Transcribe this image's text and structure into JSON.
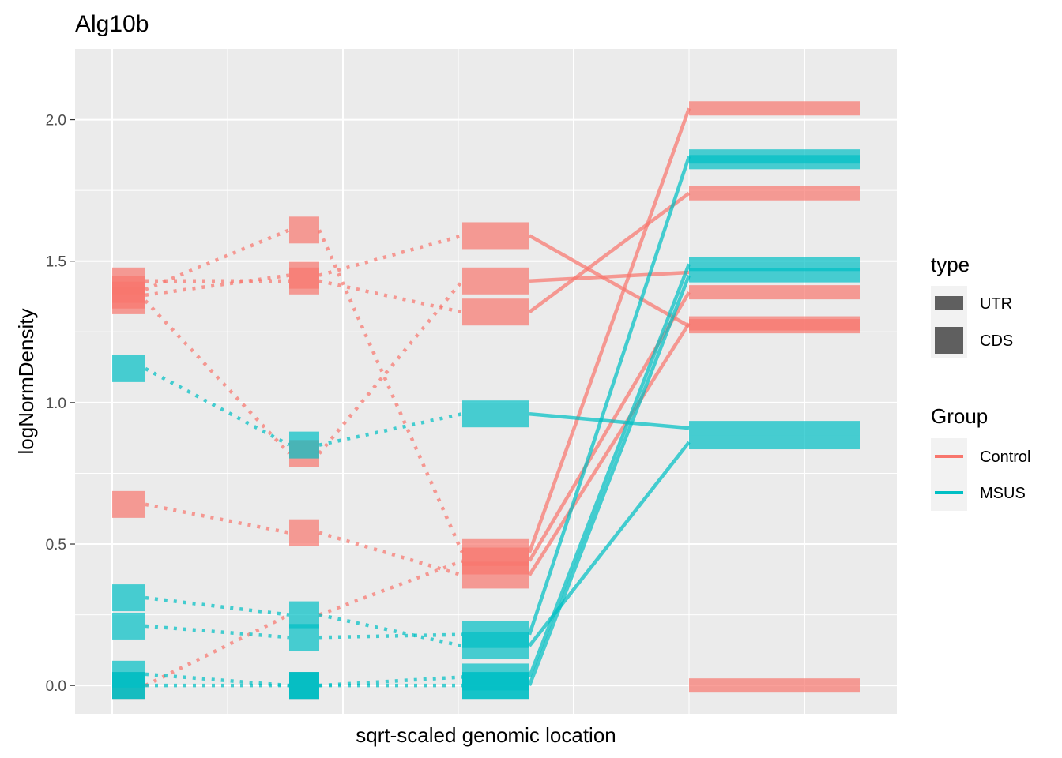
{
  "chart_data": {
    "type": "line",
    "title": "Alg10b",
    "xlabel": "sqrt-scaled genomic location",
    "ylabel": "logNormDensity",
    "ylim": [
      -0.1,
      2.25
    ],
    "y_ticks": [
      "0.0",
      "0.5",
      "1.0",
      "1.5",
      "2.0"
    ],
    "grid": true,
    "legend_position": "right",
    "colors": {
      "Control": "#F8766D",
      "MSUS": "#00BFC4",
      "neutral": "#5a5a5a"
    },
    "legends": {
      "type": {
        "title": "type",
        "items": [
          {
            "label": "UTR"
          },
          {
            "label": "CDS"
          }
        ]
      },
      "group": {
        "title": "Group",
        "items": [
          {
            "label": "Control",
            "color": "#F8766D"
          },
          {
            "label": "MSUS",
            "color": "#00BFC4"
          }
        ]
      }
    },
    "segments": [
      {
        "group": "Control",
        "type": "UTR",
        "x": 1,
        "values": [
          1.43,
          1.4,
          1.38,
          1.36,
          0.64,
          0.0
        ]
      },
      {
        "group": "Control",
        "type": "UTR",
        "x": 2,
        "values": [
          1.61,
          1.45,
          1.43,
          0.82,
          0.54,
          0.0
        ]
      },
      {
        "group": "Control",
        "type": "UTR",
        "x": 3,
        "values": [
          1.59,
          1.43,
          1.32,
          0.47,
          0.44,
          0.39
        ]
      },
      {
        "group": "Control",
        "type": "CDS",
        "x": 4,
        "values": [
          2.04,
          1.74,
          1.39,
          1.28,
          1.27,
          0.0
        ]
      },
      {
        "group": "MSUS",
        "type": "UTR",
        "x": 1,
        "values": [
          1.12,
          0.31,
          0.21,
          0.04,
          0.0,
          0.0
        ]
      },
      {
        "group": "MSUS",
        "type": "UTR",
        "x": 2,
        "values": [
          0.85,
          0.25,
          0.17,
          0.0,
          0.0,
          0.0
        ]
      },
      {
        "group": "MSUS",
        "type": "UTR",
        "x": 3,
        "values": [
          0.96,
          0.18,
          0.14,
          0.03,
          0.0,
          0.0
        ]
      },
      {
        "group": "MSUS",
        "type": "CDS",
        "x": 4,
        "values": [
          1.87,
          1.85,
          1.49,
          1.45,
          0.91,
          0.86
        ]
      }
    ],
    "connections": [
      {
        "group": "Control",
        "style": "dotted",
        "from": [
          1,
          1.43
        ],
        "to": [
          2,
          1.43
        ]
      },
      {
        "group": "Control",
        "style": "dotted",
        "from": [
          1,
          1.4
        ],
        "to": [
          2,
          1.61
        ]
      },
      {
        "group": "Control",
        "style": "dotted",
        "from": [
          1,
          1.38
        ],
        "to": [
          2,
          1.45
        ]
      },
      {
        "group": "Control",
        "style": "dotted",
        "from": [
          1,
          1.36
        ],
        "to": [
          2,
          0.82
        ]
      },
      {
        "group": "Control",
        "style": "dotted",
        "from": [
          1,
          0.64
        ],
        "to": [
          2,
          0.54
        ]
      },
      {
        "group": "Control",
        "style": "dotted",
        "from": [
          1,
          0.0
        ],
        "to": [
          2,
          0.25
        ]
      },
      {
        "group": "Control",
        "style": "dotted",
        "from": [
          2,
          1.61
        ],
        "to": [
          3,
          0.47
        ]
      },
      {
        "group": "Control",
        "style": "dotted",
        "from": [
          2,
          1.45
        ],
        "to": [
          3,
          1.59
        ]
      },
      {
        "group": "Control",
        "style": "dotted",
        "from": [
          2,
          1.43
        ],
        "to": [
          3,
          1.32
        ]
      },
      {
        "group": "Control",
        "style": "dotted",
        "from": [
          2,
          0.82
        ],
        "to": [
          3,
          1.43
        ]
      },
      {
        "group": "Control",
        "style": "dotted",
        "from": [
          2,
          0.54
        ],
        "to": [
          3,
          0.39
        ]
      },
      {
        "group": "Control",
        "style": "dotted",
        "from": [
          2,
          0.25
        ],
        "to": [
          3,
          0.44
        ]
      },
      {
        "group": "Control",
        "style": "solid",
        "from": [
          3,
          1.59
        ],
        "to": [
          4,
          1.27
        ]
      },
      {
        "group": "Control",
        "style": "solid",
        "from": [
          3,
          1.43
        ],
        "to": [
          4,
          1.46
        ]
      },
      {
        "group": "Control",
        "style": "solid",
        "from": [
          3,
          1.32
        ],
        "to": [
          4,
          1.74
        ]
      },
      {
        "group": "Control",
        "style": "solid",
        "from": [
          3,
          0.47
        ],
        "to": [
          4,
          2.04
        ]
      },
      {
        "group": "Control",
        "style": "solid",
        "from": [
          3,
          0.44
        ],
        "to": [
          4,
          1.39
        ]
      },
      {
        "group": "Control",
        "style": "solid",
        "from": [
          3,
          0.39
        ],
        "to": [
          4,
          1.28
        ]
      },
      {
        "group": "MSUS",
        "style": "dotted",
        "from": [
          1,
          1.12
        ],
        "to": [
          2,
          0.85
        ]
      },
      {
        "group": "MSUS",
        "style": "dotted",
        "from": [
          1,
          0.31
        ],
        "to": [
          2,
          0.25
        ]
      },
      {
        "group": "MSUS",
        "style": "dotted",
        "from": [
          1,
          0.21
        ],
        "to": [
          2,
          0.17
        ]
      },
      {
        "group": "MSUS",
        "style": "dotted",
        "from": [
          1,
          0.04
        ],
        "to": [
          2,
          0.0
        ]
      },
      {
        "group": "MSUS",
        "style": "dotted",
        "from": [
          1,
          0.0
        ],
        "to": [
          2,
          0.0
        ]
      },
      {
        "group": "MSUS",
        "style": "dotted",
        "from": [
          2,
          0.85
        ],
        "to": [
          3,
          0.96
        ]
      },
      {
        "group": "MSUS",
        "style": "dotted",
        "from": [
          2,
          0.25
        ],
        "to": [
          3,
          0.14
        ]
      },
      {
        "group": "MSUS",
        "style": "dotted",
        "from": [
          2,
          0.17
        ],
        "to": [
          3,
          0.18
        ]
      },
      {
        "group": "MSUS",
        "style": "dotted",
        "from": [
          2,
          0.0
        ],
        "to": [
          3,
          0.03
        ]
      },
      {
        "group": "MSUS",
        "style": "dotted",
        "from": [
          2,
          0.0
        ],
        "to": [
          3,
          0.0
        ]
      },
      {
        "group": "MSUS",
        "style": "solid",
        "from": [
          3,
          0.96
        ],
        "to": [
          4,
          0.91
        ]
      },
      {
        "group": "MSUS",
        "style": "solid",
        "from": [
          3,
          0.18
        ],
        "to": [
          4,
          1.87
        ]
      },
      {
        "group": "MSUS",
        "style": "solid",
        "from": [
          3,
          0.14
        ],
        "to": [
          4,
          0.86
        ]
      },
      {
        "group": "MSUS",
        "style": "solid",
        "from": [
          3,
          0.03
        ],
        "to": [
          4,
          1.49
        ]
      },
      {
        "group": "MSUS",
        "style": "solid",
        "from": [
          3,
          0.0
        ],
        "to": [
          4,
          1.45
        ]
      }
    ]
  }
}
